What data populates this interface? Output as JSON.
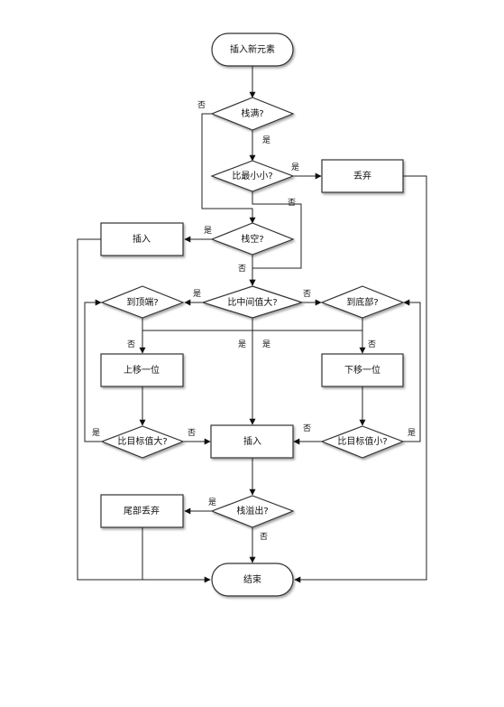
{
  "nodes": {
    "start": "插入新元素",
    "stack_full": "栈满?",
    "smaller_than_min": "比最小小?",
    "discard": "丢弃",
    "stack_empty": "栈空?",
    "insert_left": "插入",
    "bigger_than_mid": "比中间值大?",
    "to_top": "到顶端?",
    "to_bottom": "到底部?",
    "move_up": "上移一位",
    "move_down": "下移一位",
    "bigger_than_target": "比目标值大?",
    "insert_center": "插入",
    "smaller_than_target": "比目标值小?",
    "stack_overflow": "栈溢出?",
    "drop_tail": "尾部丢弃",
    "end": "结束"
  },
  "labels": {
    "yes": "是",
    "no": "否"
  }
}
